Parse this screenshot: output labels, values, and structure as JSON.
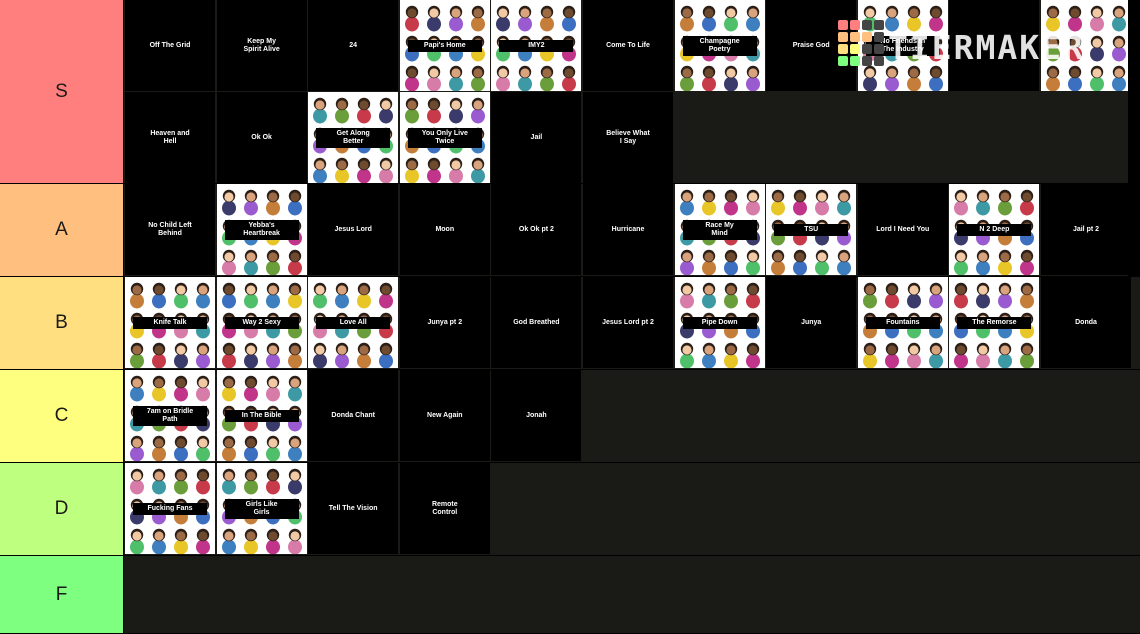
{
  "watermark": {
    "text": "TIERMAKER"
  },
  "fig_colors": [
    "#d77ba8",
    "#3d9aa4",
    "#6a9e3b",
    "#c73a4a",
    "#3a3a6b",
    "#9a5bd1",
    "#c57d3a",
    "#3c6fbf",
    "#4fbf6a",
    "#3e7fbf",
    "#e8c628",
    "#c0348a"
  ],
  "tiers": [
    {
      "label": "S",
      "color": "#ff7f7f",
      "items": [
        {
          "title": "Off The Grid",
          "art": false
        },
        {
          "title": "Keep My\nSpirit Alive",
          "art": false
        },
        {
          "title": "24",
          "art": false
        },
        {
          "title": "Papi's Home",
          "art": true
        },
        {
          "title": "IMY2",
          "art": true
        },
        {
          "title": "Come To Life",
          "art": false
        },
        {
          "title": "Champagne\nPoetry",
          "art": true
        },
        {
          "title": "Praise God",
          "art": false
        },
        {
          "title": "No Friends In\nThe Industry",
          "art": true
        },
        {
          "title": "",
          "art": false
        },
        {
          "title": "",
          "art": true
        },
        {
          "title": "Heaven and\nHell",
          "art": false
        },
        {
          "title": "Ok Ok",
          "art": false
        },
        {
          "title": "Get Along\nBetter",
          "art": true
        },
        {
          "title": "You Only Live\nTwice",
          "art": true
        },
        {
          "title": "Jail",
          "art": false
        },
        {
          "title": "Believe What\nI Say",
          "art": false
        }
      ]
    },
    {
      "label": "A",
      "color": "#ffbf7f",
      "items": [
        {
          "title": "No Child Left\nBehind",
          "art": false
        },
        {
          "title": "Yebba's\nHeartbreak",
          "art": true
        },
        {
          "title": "Jesus Lord",
          "art": false
        },
        {
          "title": "Moon",
          "art": false
        },
        {
          "title": "Ok Ok pt 2",
          "art": false
        },
        {
          "title": "Hurricane",
          "art": false
        },
        {
          "title": "Race My\nMind",
          "art": true
        },
        {
          "title": "TSU",
          "art": true
        },
        {
          "title": "Lord I Need You",
          "art": false
        },
        {
          "title": "N 2 Deep",
          "art": true
        },
        {
          "title": "Jail pt 2",
          "art": false
        }
      ]
    },
    {
      "label": "B",
      "color": "#ffdf7f",
      "items": [
        {
          "title": "Knife Talk",
          "art": true
        },
        {
          "title": "Way 2 Sexy",
          "art": true
        },
        {
          "title": "Love All",
          "art": true
        },
        {
          "title": "Junya pt 2",
          "art": false
        },
        {
          "title": "God Breathed",
          "art": false
        },
        {
          "title": "Jesus Lord pt 2",
          "art": false
        },
        {
          "title": "Pipe Down",
          "art": true
        },
        {
          "title": "Junya",
          "art": false
        },
        {
          "title": "Fountains",
          "art": true
        },
        {
          "title": "The Remorse",
          "art": true
        },
        {
          "title": "Donda",
          "art": false
        }
      ]
    },
    {
      "label": "C",
      "color": "#ffff7f",
      "items": [
        {
          "title": "7am on Bridle\nPath",
          "art": true
        },
        {
          "title": "In The Bible",
          "art": true
        },
        {
          "title": "Donda Chant",
          "art": false
        },
        {
          "title": "New Again",
          "art": false
        },
        {
          "title": "Jonah",
          "art": false
        }
      ]
    },
    {
      "label": "D",
      "color": "#bfff7f",
      "items": [
        {
          "title": "Fucking Fans",
          "art": true
        },
        {
          "title": "Girls Like\nGirls",
          "art": true
        },
        {
          "title": "Tell The Vision",
          "art": false
        },
        {
          "title": "Remote\nControl",
          "art": false
        }
      ]
    },
    {
      "label": "F",
      "color": "#7fff7f",
      "items": []
    }
  ]
}
